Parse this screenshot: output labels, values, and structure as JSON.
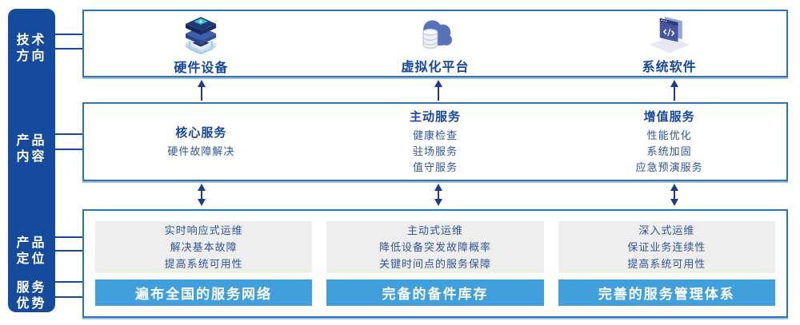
{
  "colors": {
    "sidebar_blue": "#154A9C",
    "box_border_blue": "#2E74B5",
    "title_navy": "#17479D",
    "body_blue": "#2F5597",
    "advantage_bar_blue": "#41A0DC",
    "panel_gray": "#EEEEEF",
    "arrow_navy": "#1E3A8C"
  },
  "sidebar": {
    "labels": [
      "技术\n方向",
      "产品\n内容",
      "产品\n定位",
      "服务\n优势"
    ]
  },
  "tech_row": {
    "items": [
      {
        "icon": "server-stack-icon",
        "label": "硬件设备"
      },
      {
        "icon": "cloud-database-icon",
        "label": "虚拟化平台"
      },
      {
        "icon": "software-window-icon",
        "label": "系统软件"
      }
    ]
  },
  "content_row": {
    "columns": [
      {
        "title": "核心服务",
        "items": [
          "硬件故障解决"
        ]
      },
      {
        "title": "主动服务",
        "items": [
          "健康检查",
          "驻场服务",
          "值守服务"
        ]
      },
      {
        "title": "增值服务",
        "items": [
          "性能优化",
          "系统加固",
          "应急预演服务"
        ]
      }
    ]
  },
  "bottom_row": {
    "columns": [
      {
        "positioning": [
          "实时响应式运维",
          "解决基本故障",
          "提高系统可用性"
        ],
        "advantage": "遍布全国的服务网络"
      },
      {
        "positioning": [
          "主动式运维",
          "降低设备突发故障概率",
          "关键时间点的服务保障"
        ],
        "advantage": "完备的备件库存"
      },
      {
        "positioning": [
          "深入式运维",
          "保证业务连续性",
          "提高系统可用性"
        ],
        "advantage": "完善的服务管理体系"
      }
    ]
  }
}
